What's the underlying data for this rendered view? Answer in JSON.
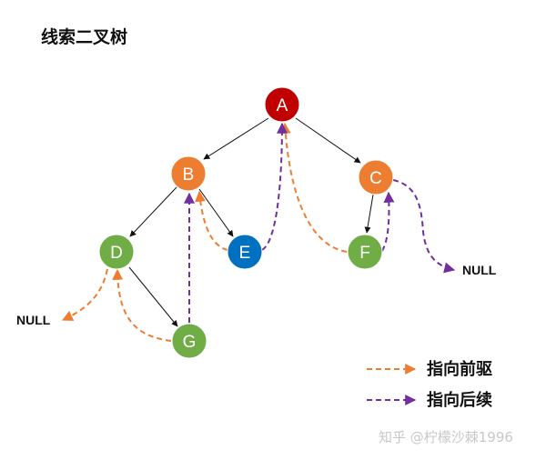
{
  "title": "线索二叉树",
  "colors": {
    "root": "#c00000",
    "orange": "#ed7d31",
    "blue": "#0070c0",
    "green": "#70ad47",
    "predecessor": "#ed7d31",
    "successor": "#7030a0",
    "tree_edge": "#111111"
  },
  "nodes": [
    {
      "id": "A",
      "label": "A",
      "color": "root"
    },
    {
      "id": "B",
      "label": "B",
      "color": "orange"
    },
    {
      "id": "C",
      "label": "C",
      "color": "orange"
    },
    {
      "id": "D",
      "label": "D",
      "color": "green"
    },
    {
      "id": "E",
      "label": "E",
      "color": "blue"
    },
    {
      "id": "F",
      "label": "F",
      "color": "green"
    },
    {
      "id": "G",
      "label": "G",
      "color": "green"
    }
  ],
  "tree_edges": [
    {
      "from": "A",
      "to": "B"
    },
    {
      "from": "A",
      "to": "C"
    },
    {
      "from": "B",
      "to": "D"
    },
    {
      "from": "B",
      "to": "E"
    },
    {
      "from": "C",
      "to": "F"
    },
    {
      "from": "D",
      "to": "G"
    }
  ],
  "threads": [
    {
      "from": "D",
      "to": "NULL_LEFT",
      "kind": "predecessor"
    },
    {
      "from": "G",
      "to": "D",
      "kind": "predecessor"
    },
    {
      "from": "E",
      "to": "B",
      "kind": "predecessor"
    },
    {
      "from": "F",
      "to": "A",
      "kind": "predecessor"
    },
    {
      "from": "G",
      "to": "B",
      "kind": "successor"
    },
    {
      "from": "E",
      "to": "A",
      "kind": "successor"
    },
    {
      "from": "F",
      "to": "C",
      "kind": "successor"
    },
    {
      "from": "C",
      "to": "NULL_RIGHT",
      "kind": "successor"
    }
  ],
  "null_labels": {
    "left": "NULL",
    "right": "NULL"
  },
  "legend": {
    "predecessor": "指向前驱",
    "successor": "指向后续"
  },
  "watermark": "知乎 @柠檬沙棘1996"
}
